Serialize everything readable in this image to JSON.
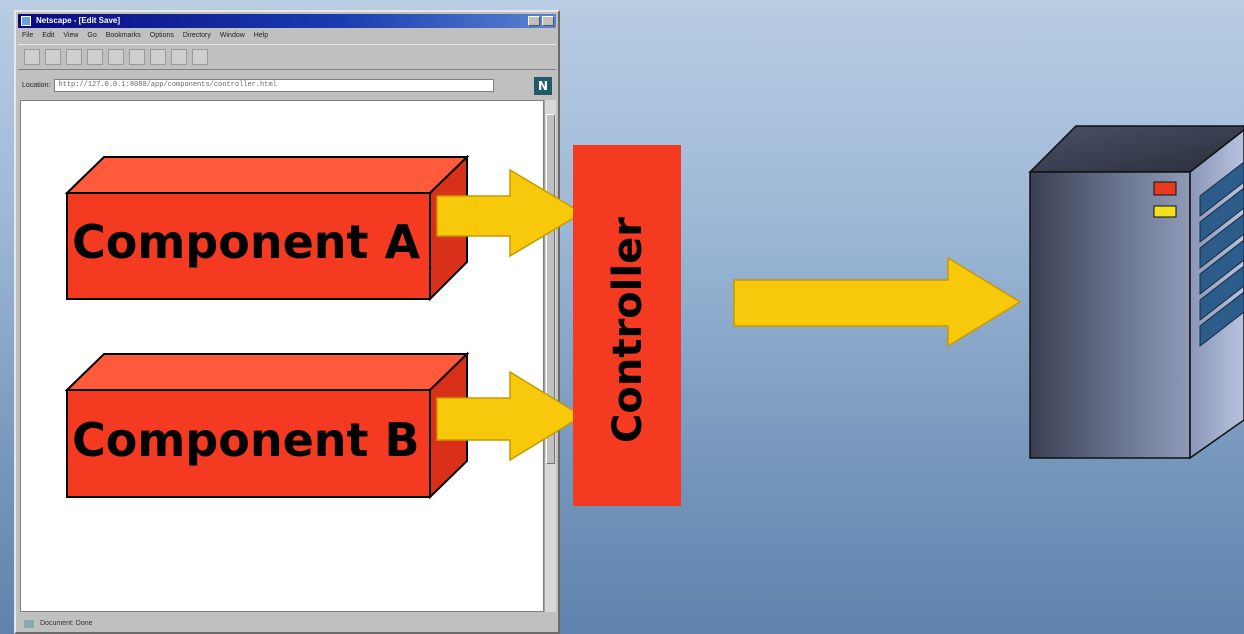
{
  "browser": {
    "title": "Netscape - [Edit Save]",
    "menu": [
      "File",
      "Edit",
      "View",
      "Go",
      "Bookmarks",
      "Options",
      "Directory",
      "Window",
      "Help"
    ],
    "location_label": "Location:",
    "location_value": "http://127.0.0.1:8080/app/components/controller.html",
    "status_text": "Document: Done"
  },
  "diagram": {
    "component_a": "Component A",
    "component_b": "Component B",
    "controller": "Controller"
  },
  "colors": {
    "component_fill": "#f53a22",
    "arrow_fill": "#f7c90a",
    "server_body": "#5a6580",
    "background_top": "#b9cde3",
    "background_bottom": "#5f83ad"
  }
}
